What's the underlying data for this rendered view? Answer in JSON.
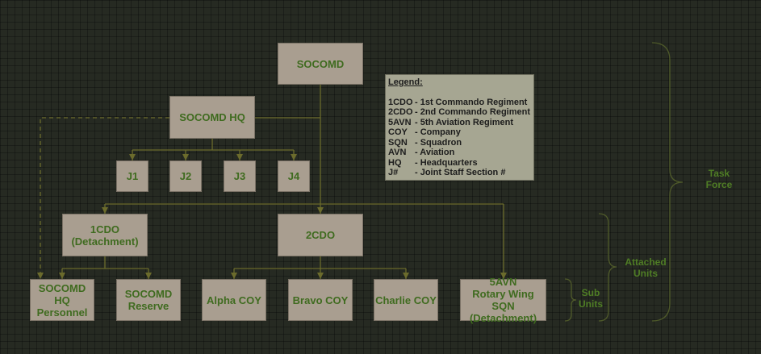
{
  "nodes": {
    "socomd": "SOCOMD",
    "socomd_hq": "SOCOMD HQ",
    "j1": "J1",
    "j2": "J2",
    "j3": "J3",
    "j4": "J4",
    "cdo1": "1CDO\n(Detachment)",
    "cdo2": "2CDO",
    "hq_personnel": "SOCOMD\nHQ\nPersonnel",
    "reserve": "SOCOMD\nReserve",
    "alpha": "Alpha COY",
    "bravo": "Bravo COY",
    "charlie": "Charlie COY",
    "avn5": "5AVN\nRotary Wing SQN\n(Detachment)"
  },
  "legend": {
    "title": "Legend:",
    "entries": [
      {
        "abbr": "1CDO",
        "meaning": "- 1st Commando Regiment"
      },
      {
        "abbr": "2CDO",
        "meaning": "- 2nd Commando Regiment"
      },
      {
        "abbr": "5AVN",
        "meaning": "- 5th Aviation Regiment"
      },
      {
        "abbr": "COY",
        "meaning": "- Company"
      },
      {
        "abbr": "SQN",
        "meaning": "- Squadron"
      },
      {
        "abbr": "AVN",
        "meaning": "- Aviation"
      },
      {
        "abbr": "HQ",
        "meaning": "- Headquarters"
      },
      {
        "abbr": "J#",
        "meaning": "- Joint Staff Section #"
      }
    ]
  },
  "groups": {
    "task_force": "Task\nForce",
    "attached_units": "Attached\nUnits",
    "sub_units": "Sub\nUnits"
  },
  "colors": {
    "background": "#262a22",
    "box_fill": "#a99e90",
    "node_text": "#3f6b1f",
    "connector": "#6b6b2c",
    "legend_fill": "#a6a692",
    "group_label": "#4f7d25"
  }
}
